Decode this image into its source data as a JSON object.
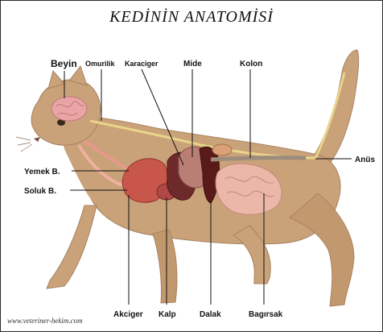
{
  "title": "KEDİNİN ANATOMİSİ",
  "labels": {
    "beyin": "Beyin",
    "omurilik": "Omurilik",
    "karaciger": "Karaciger",
    "mide": "Mide",
    "kolon": "Kolon",
    "anus": "Anüs",
    "yemek": "Yemek B.",
    "soluk": "Soluk B.",
    "akciger": "Akciger",
    "kalp": "Kalp",
    "dalak": "Dalak",
    "bagirsak": "Bagırsak"
  },
  "watermark": "www.veteriner-hekim.com",
  "colors": {
    "fur": "#c9a27a",
    "fur_shadow": "#b08a62",
    "brain": "#e9a5a5",
    "lung": "#c9564a",
    "liver": "#6e2a2a",
    "stomach": "#b97f74",
    "intestine": "#eab7a8",
    "colon": "#9c8c7c",
    "leader_line": "#111111"
  }
}
